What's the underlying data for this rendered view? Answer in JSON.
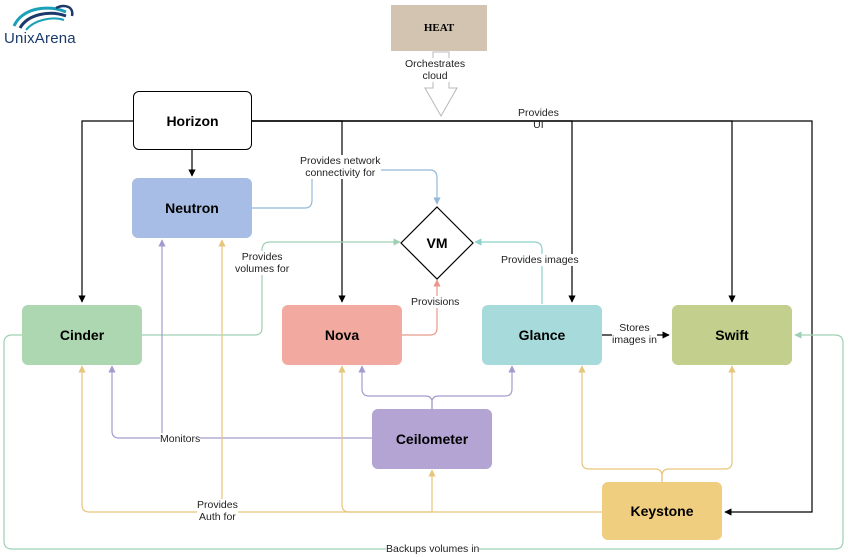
{
  "brand": {
    "name": "UnixArena"
  },
  "nodes": {
    "heat": "HEAT",
    "horizon": "Horizon",
    "neutron": "Neutron",
    "vm": "VM",
    "cinder": "Cinder",
    "nova": "Nova",
    "glance": "Glance",
    "swift": "Swift",
    "ceilometer": "Ceilometer",
    "keystone": "Keystone"
  },
  "edges": {
    "orchestrates": "Orchestrates\ncloud",
    "provides_ui": "Provides\nUI",
    "provides_network": "Provides network\nconnectivity for",
    "provides_volumes": "Provides\nvolumes for",
    "provides_images": "Provides images",
    "provisions": "Provisions",
    "stores_images": "Stores\nimages in",
    "monitors": "Monitors",
    "provides_auth": "Provides\nAuth for",
    "backups_volumes": "Backups volumes in"
  },
  "colors": {
    "heat": "#d3c3b1",
    "neutron": "#a7bde5",
    "cinder": "#acd7b0",
    "nova": "#f2aaa0",
    "glance": "#a7dadb",
    "swift": "#c3cf8c",
    "ceilometer": "#b3a4d3",
    "keystone": "#f0ce7f",
    "line_black": "#000000",
    "line_blue": "#94b8d8",
    "line_purple": "#a49ccf",
    "line_yellow": "#e7c57c",
    "line_red": "#e79a8c",
    "line_green": "#9fd0b4",
    "line_teal": "#8ed0ca"
  }
}
